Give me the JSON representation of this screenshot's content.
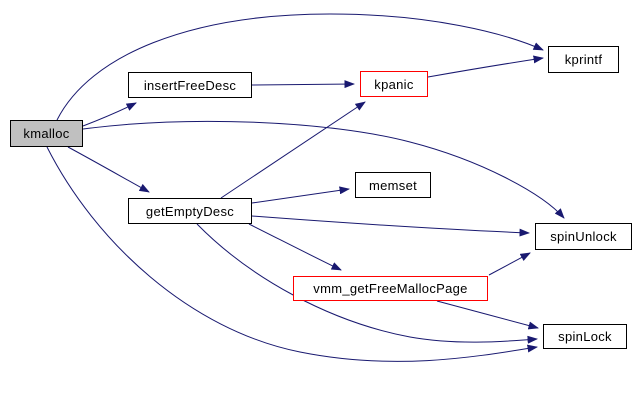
{
  "graph": {
    "type": "call-graph",
    "root": "kmalloc",
    "colors": {
      "edge": "#191970",
      "node_border": "#000000",
      "node_fill": "#ffffff",
      "current_node_fill": "#c0c0c0",
      "highlight_border": "#ff0000",
      "background": "#ffffff",
      "text": "#000000"
    },
    "nodes": {
      "kmalloc": {
        "label": "kmalloc",
        "style": "current"
      },
      "insertFreeDesc": {
        "label": "insertFreeDesc",
        "style": "normal"
      },
      "kpanic": {
        "label": "kpanic",
        "style": "highlight"
      },
      "kprintf": {
        "label": "kprintf",
        "style": "normal"
      },
      "getEmptyDesc": {
        "label": "getEmptyDesc",
        "style": "normal"
      },
      "memset": {
        "label": "memset",
        "style": "normal"
      },
      "spinUnlock": {
        "label": "spinUnlock",
        "style": "normal"
      },
      "vmm_getFreeMallocPage": {
        "label": "vmm_getFreeMallocPage",
        "style": "highlight"
      },
      "spinLock": {
        "label": "spinLock",
        "style": "normal"
      }
    },
    "edges": [
      {
        "from": "kmalloc",
        "to": "kprintf"
      },
      {
        "from": "kmalloc",
        "to": "insertFreeDesc"
      },
      {
        "from": "kmalloc",
        "to": "spinUnlock"
      },
      {
        "from": "kmalloc",
        "to": "getEmptyDesc"
      },
      {
        "from": "kmalloc",
        "to": "spinLock"
      },
      {
        "from": "insertFreeDesc",
        "to": "kpanic"
      },
      {
        "from": "kpanic",
        "to": "kprintf"
      },
      {
        "from": "getEmptyDesc",
        "to": "kpanic"
      },
      {
        "from": "getEmptyDesc",
        "to": "memset"
      },
      {
        "from": "getEmptyDesc",
        "to": "spinUnlock"
      },
      {
        "from": "getEmptyDesc",
        "to": "vmm_getFreeMallocPage"
      },
      {
        "from": "getEmptyDesc",
        "to": "spinLock"
      },
      {
        "from": "vmm_getFreeMallocPage",
        "to": "spinUnlock"
      },
      {
        "from": "vmm_getFreeMallocPage",
        "to": "spinLock"
      }
    ]
  }
}
